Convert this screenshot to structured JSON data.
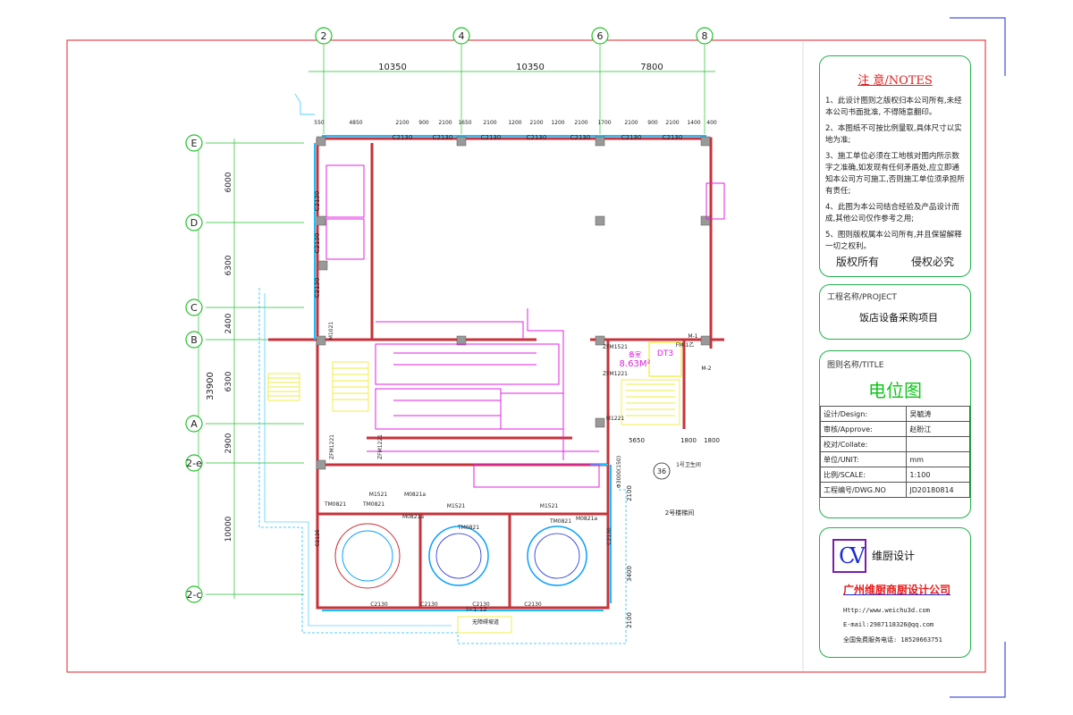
{
  "grid": {
    "top_axes": [
      "2",
      "4",
      "6",
      "8"
    ],
    "top_dims": [
      "10350",
      "10350",
      "7800"
    ],
    "left_axes": [
      "E",
      "D",
      "C",
      "B",
      "A",
      "2-e",
      "2-c"
    ],
    "left_dims": [
      "6000",
      "6300",
      "2400",
      "6300",
      "2900",
      "10000"
    ],
    "total_dim": "33900",
    "window_dims": [
      "550",
      "4850",
      "2100",
      "900",
      "2100",
      "1650",
      "2100",
      "1200",
      "2100",
      "1200",
      "2100",
      "1700",
      "2100",
      "900",
      "2100",
      "1400",
      "400"
    ],
    "right_dims": [
      "5650",
      "1800",
      "1800"
    ],
    "right_side_dims": [
      "2100",
      "3400",
      "2100"
    ]
  },
  "plan_labels": {
    "windows": [
      "C2130",
      "C2130",
      "C2130",
      "C2130",
      "C2130",
      "C2130",
      "C2130"
    ],
    "left_windows": [
      "C2130",
      "C2130",
      "C2130"
    ],
    "doors": [
      "M1021",
      "ZFM1221",
      "ZFM1221",
      "ZFM1521",
      "ZFM1221",
      "M1221",
      "FM-1乙",
      "M-2",
      "M1521",
      "M0821a",
      "M1521",
      "M1521",
      "M0821a",
      "M0821a",
      "TM0821",
      "TM0821",
      "TM0821",
      "TM0821",
      "C2126",
      "C2130",
      "C2130",
      "C2130",
      "C2130",
      "C2130"
    ],
    "room_area": "8.63M²",
    "room_label": "备室",
    "elevator": "DT3",
    "marker_36": "36",
    "stair2": "2号楼梯间",
    "elev_note": "1号卫生间",
    "stair_i": "i=1:12",
    "ramp": "无障碍坡道",
    "dim_phi": "Φ3000(150)",
    "m": "M-1"
  },
  "notes": {
    "heading": "注 意/NOTES",
    "items": [
      "1、此设计图则之版权归本公司所有,未经本公司书面批准, 不得随意翻印。",
      "2、本图纸不可按比例量取,具体尺寸以实地为准;",
      "3、施工单位必须在工地核对图内所示数字之准确,如发现有任何矛盾处,应立即通知本公司方可施工,否则施工单位须承担所有责任;",
      "4、此图为本公司结合经验及产品设计而成,其他公司仅作参考之用;",
      "5、图则版权属本公司所有,并且保留解释一切之权利。"
    ],
    "copyright_left": "版权所有",
    "copyright_right": "侵权必究"
  },
  "project": {
    "label": "工程名称/PROJECT",
    "name": "饭店设备采购项目"
  },
  "title_block": {
    "label": "图则名称/TITLE",
    "title": "电位图",
    "rows": [
      {
        "k": "设计/Design:",
        "v": "吴毓涛"
      },
      {
        "k": "审核/Approve:",
        "v": "赵盼江"
      },
      {
        "k": "校对/Collate:",
        "v": ""
      },
      {
        "k": "单位/UNIT:",
        "v": "mm"
      },
      {
        "k": "比例/SCALE:",
        "v": "1:100"
      },
      {
        "k": "工程编号/DWG.NO",
        "v": "JD20180814"
      }
    ]
  },
  "company": {
    "logo_letters": "CV",
    "short_name": "维厨设计",
    "full_name": "广州维厨商厨设计公司",
    "http": "Http://www.weichu3d.com",
    "email": "E-mail:2987118326@qq.com",
    "phone": "全国免费服务电话: 18520663751"
  },
  "colors": {
    "frame": "#e0202a",
    "grid": "#22c22c",
    "wall": "#c8323a",
    "wire": "#e020e0",
    "window": "#19c0ff",
    "yellow": "#e8e800",
    "panel_border": "#22b14c",
    "corner_marks": "#1a2bd6"
  }
}
